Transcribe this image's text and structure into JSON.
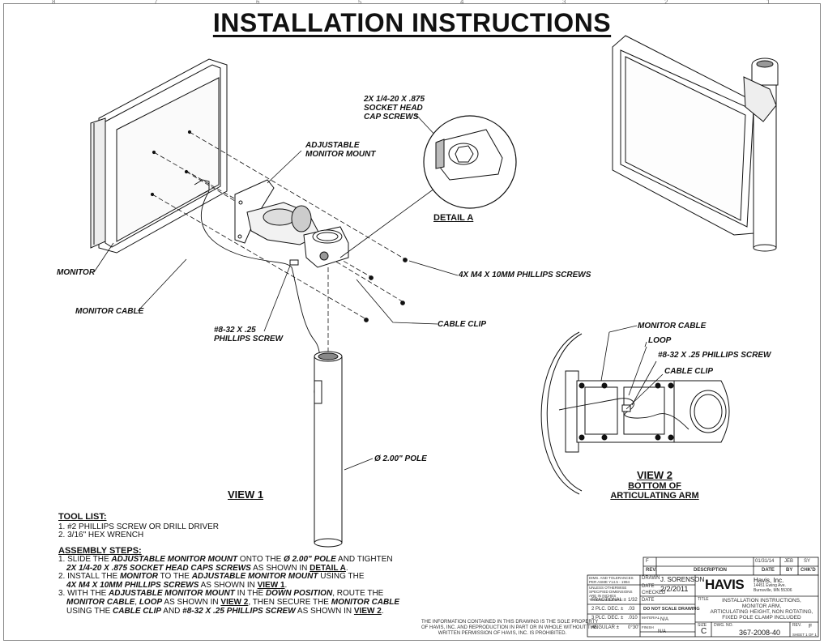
{
  "title": "INSTALLATION INSTRUCTIONS",
  "callouts": {
    "socket_screws": [
      "2X 1/4-20 X .875",
      "SOCKET HEAD",
      "CAP SCREWS"
    ],
    "adj_mount": [
      "ADJUSTABLE",
      "MONITOR MOUNT"
    ],
    "detail_a": "DETAIL A",
    "monitor": "MONITOR",
    "monitor_cable": "MONITOR CABLE",
    "phillips_screws": "4X M4 X 10MM PHILLIPS SCREWS",
    "cable_clip": "CABLE CLIP",
    "small_screw": [
      "#8-32 X .25",
      "PHILLIPS SCREW"
    ],
    "pole": "Ø 2.00\" POLE",
    "view1": "VIEW 1",
    "v2_monitor_cable": "MONITOR CABLE",
    "v2_loop": "LOOP",
    "v2_screw": "#8-32 X .25 PHILLIPS SCREW",
    "v2_cable_clip": "CABLE CLIP",
    "view2": [
      "VIEW 2",
      "BOTTOM OF",
      "ARTICULATING ARM"
    ]
  },
  "tool_list": {
    "heading": "TOOL LIST:",
    "items": [
      "1. #2 PHILLIPS SCREW OR DRILL DRIVER",
      "2. 3/16\" HEX WRENCH"
    ]
  },
  "assembly": {
    "heading": "ASSEMBLY STEPS:",
    "s1a": "1. SLIDE THE ",
    "s1b": "ADJUSTABLE MONITOR MOUNT",
    "s1c": " ONTO THE ",
    "s1d": "Ø 2.00\" POLE",
    "s1e": " AND TIGHTEN",
    "s1f": "2X 1/4-20 X .875 SOCKET HEAD CAPS SCREWS",
    "s1g": " AS SHOWN IN ",
    "s1h": "DETAIL A",
    "s1i": ".",
    "s2a": "2. INSTALL THE ",
    "s2b": "MONITOR",
    "s2c": " TO THE ",
    "s2d": "ADJUSTABLE MONITOR MOUNT",
    "s2e": " USING THE",
    "s2f": "4X M4 X 10MM PHILLIPS SCREWS",
    "s2g": " AS SHOWN IN ",
    "s2h": "VIEW 1",
    "s2i": ".",
    "s3a": "3. WITH THE ",
    "s3b": "ADJUSTABLE MONITOR MOUNT",
    "s3c": " IN THE ",
    "s3d": "DOWN POSITION",
    "s3e": ", ROUTE THE",
    "s3f": "MONITOR CABLE",
    "s3g": ", ",
    "s3h": "LOOP",
    "s3i": " AS SHOWN IN ",
    "s3j": "VIEW 2",
    "s3k": ", THEN SECURE THE ",
    "s3l": "MONITOR CABLE",
    "s3m": "USING THE ",
    "s3n": "CABLE CLIP",
    "s3o": " AND ",
    "s3p": "#8-32 X .25 PHILLIPS SCREW",
    "s3q": " AS SHOWN IN ",
    "s3r": "VIEW 2",
    "s3s": "."
  },
  "title_block": {
    "rev_letter": "F",
    "rev_date": "01/31/14",
    "rev_by": "JEB",
    "rev_chkd": "SY",
    "h_rev": "REV.",
    "h_desc": "DESCRIPTION",
    "h_date": "DATE",
    "h_by": "BY",
    "h_chkd": "CHK'D",
    "dims_note": "DIMS. AND TOLERANCES PER ASME Y14.5 - 1994",
    "units_note": "UNLESS OTHERWISE SPECIFIED DIMENSIONS ARE IN INCHES TOLERANCES ARE:",
    "drawn_label": "DRAWN",
    "drawn": "J. SORENSON",
    "date_label": "DATE",
    "date": "2/2/2011",
    "checked_label": "CHECKED",
    "fractional_label": "FRACTIONAL ±",
    "fractional": "1/32",
    "dec2_label": "2 PLC. DEC. ±",
    "dec2": ".03",
    "dec3_label": "3 PLC. DEC. ±",
    "dec3": ".010",
    "angular_label": "ANGULAR ±",
    "angular": "0°30'",
    "date2_label": "DATE",
    "no_scale": "DO NOT SCALE DRAWING",
    "material_label": "MATERIAL",
    "material": "N/A",
    "finish_label": "FINISH",
    "finish": "N/A",
    "logo": "HAVIS",
    "company": "Havis, Inc.",
    "addr1": "14451 Ewing Ave.",
    "addr2": "Burnsville, MN 55306",
    "title_label": "TITLE",
    "dwg_title": [
      "INSTALLATION INSTRUCTIONS,",
      "MONITOR ARM,",
      "ARTICULATING HEIGHT, NON ROTATING,",
      "FIXED POLE CLAMP INCLUDED"
    ],
    "size_label": "SIZE",
    "size": "C",
    "dwg_no_label": "DWG. NO.",
    "dwg_no": "367-2008-40",
    "rev_label": "REV.",
    "rev": "F",
    "sheet": "SHEET 1 OF 1",
    "proprietary": [
      "THE INFORMATION CONTAINED IN THIS DRAWING IS THE SOLE PROPERTY",
      "OF HAVIS, INC. AND REPRODUCTION IN PART OR IN WHOLE WITHOUT THE",
      "WRITTEN PERMISSION OF HAVIS, INC. IS PROHIBITED."
    ]
  },
  "zone_marks": [
    "8",
    "7",
    "6",
    "5",
    "4",
    "3",
    "2",
    "1"
  ]
}
